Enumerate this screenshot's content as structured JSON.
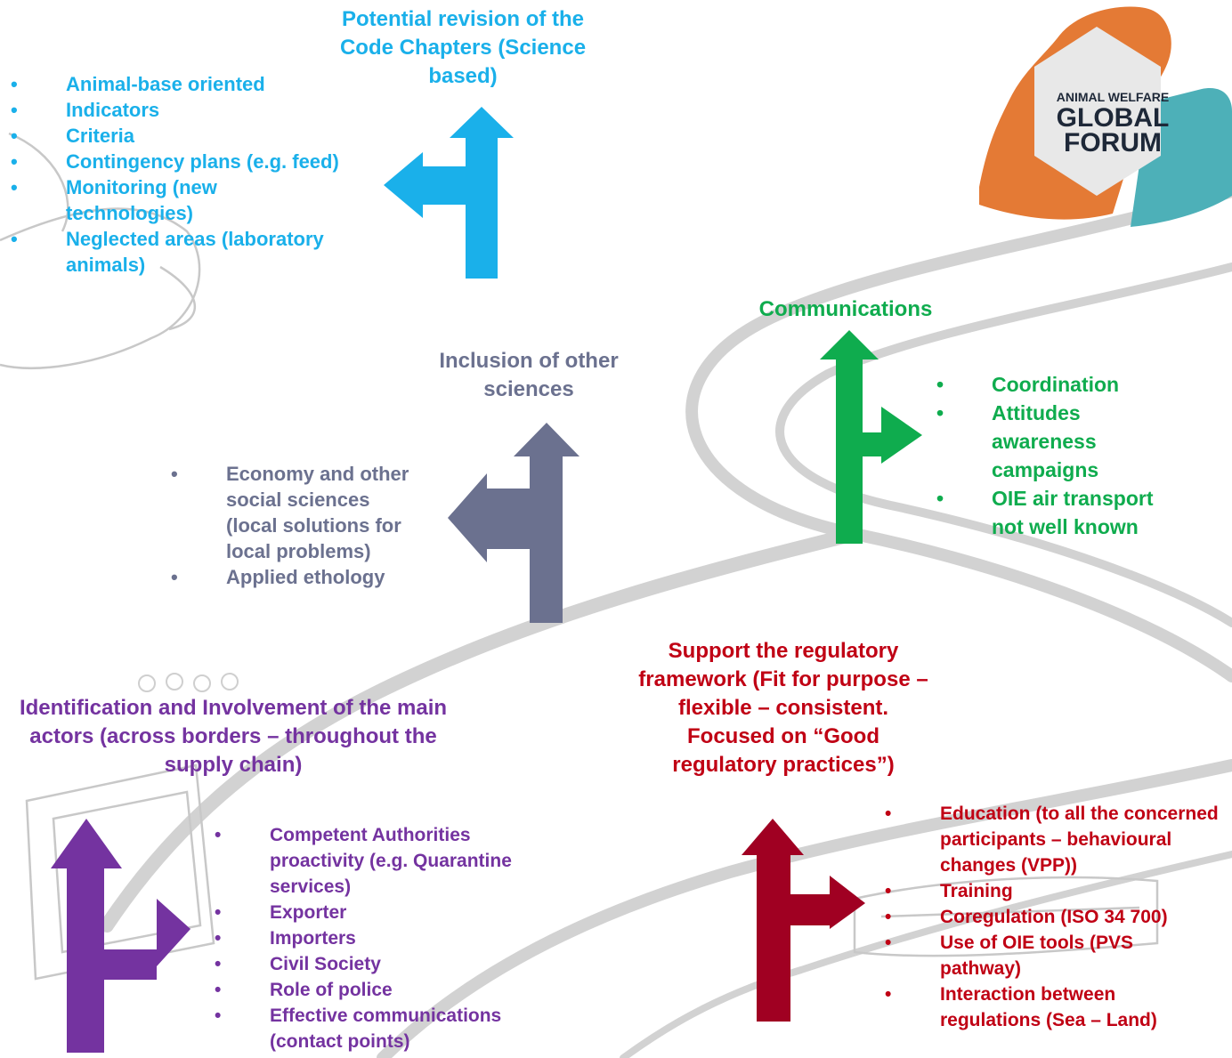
{
  "colors": {
    "blue": "#1ab0ea",
    "slate": "#6b718f",
    "green": "#0fac4e",
    "purple": "#7433a0",
    "red": "#c00014"
  },
  "logo": {
    "line1": "ANIMAL WELFARE",
    "line2": "GLOBAL",
    "line3": "FORUM"
  },
  "blocks": {
    "code_chapters": {
      "heading": "Potential revision of the Code Chapters (Science based)",
      "items": [
        "Animal-base oriented",
        "Indicators",
        "Criteria",
        "Contingency plans (e.g. feed)",
        "Monitoring (new technologies)",
        "Neglected areas (laboratory animals)"
      ]
    },
    "other_sciences": {
      "heading": "Inclusion of other sciences",
      "items": [
        "Economy and other social sciences (local solutions for local problems)",
        "Applied ethology"
      ]
    },
    "communications": {
      "heading": "Communications",
      "items": [
        "Coordination",
        "Attitudes awareness campaigns",
        "OIE air transport not well known"
      ]
    },
    "main_actors": {
      "heading": "Identification and Involvement of the main actors (across borders – throughout the supply chain)",
      "items": [
        "Competent Authorities proactivity (e.g. Quarantine services)",
        "Exporter",
        "Importers",
        "Civil Society",
        "Role of police",
        "Effective communications (contact points)"
      ]
    },
    "regulatory": {
      "heading": "Support the regulatory framework (Fit for purpose –flexible – consistent. Focused on “Good regulatory practices”)",
      "items": [
        "Education (to all the concerned participants – behavioural changes (VPP))",
        "Training",
        "Coregulation (ISO 34 700)",
        "Use of OIE tools (PVS pathway)",
        "Interaction between regulations (Sea – Land)"
      ]
    }
  }
}
